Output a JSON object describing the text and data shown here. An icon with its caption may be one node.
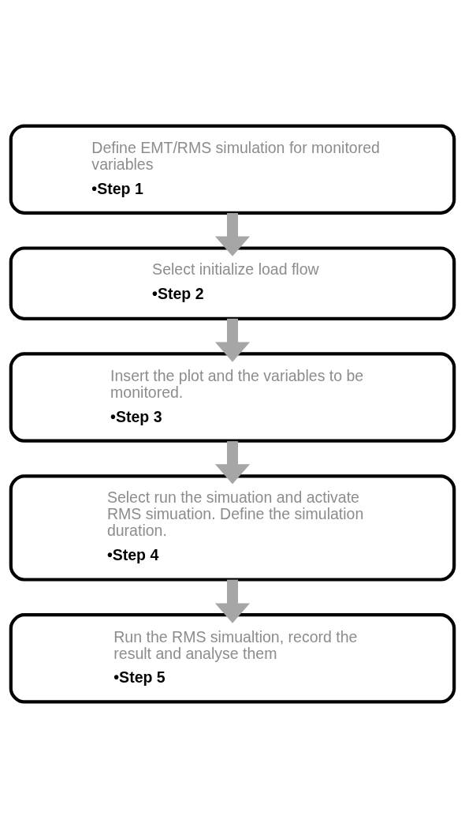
{
  "diagram": {
    "nodes": [
      {
        "text": [
          "Define EMT/RMS simulation for monitored variables",
          "•Step 1"
        ]
      },
      {
        "text": [
          "Select initialize load flow",
          "•Step 2"
        ]
      },
      {
        "text": [
          "Insert the plot and the variables to be monitored.",
          "•Step 3"
        ]
      },
      {
        "text": [
          "Select run the simuation and activate RMS simuation. Define the simulation duration.",
          "•Step 4"
        ]
      },
      {
        "text": [
          "Run the RMS simualtion, record the result and analyse them",
          "•Step 5"
        ]
      }
    ],
    "edges": [
      {
        "from": 0,
        "to": 1,
        "arrow": "to"
      },
      {
        "from": 1,
        "to": 2,
        "arrow": "to"
      },
      {
        "from": 2,
        "to": 3,
        "arrow": "to"
      },
      {
        "from": 3,
        "to": 4,
        "arrow": "to"
      }
    ]
  }
}
